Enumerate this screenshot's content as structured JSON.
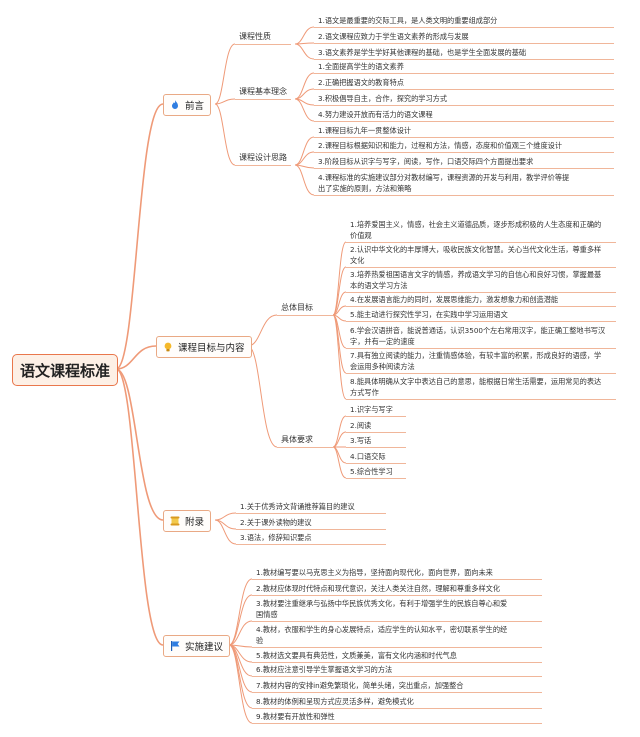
{
  "root": {
    "title": "语文课程标准"
  },
  "branches": {
    "preface": {
      "title": "前言",
      "icon": "fire-icon",
      "properties": {
        "title": "课程性质",
        "items": [
          "1.语文是最重要的交际工具，是人类文明的重要组成部分",
          "2.语文课程应致力于学生语文素养的形成与发展",
          "3.语文素养是学生学好其他课程的基础，也是学生全面发展的基础"
        ]
      },
      "ideas": {
        "title": "课程基本理念",
        "items": [
          "1.全面提高学生的语文素养",
          "2.正确把握语文的教育特点",
          "3.积极倡导自主，合作，探究的学习方式",
          "4.努力建设开放而有活力的语文课程"
        ]
      },
      "design": {
        "title": "课程设计思路",
        "items": [
          "1.课程目标九年一贯整体设计",
          "2.课程目标根据知识和能力，过程和方法，情感，态度和价值观三个维度设计",
          "3.阶段目标从识字与写字，阅读，写作，口语交际四个方面提出要求",
          [
            "4.课程标准的实施建议部分对教材编写，课程资源的开发与利用，教学评价等提",
            "出了实施的原则，方法和策略"
          ]
        ]
      }
    },
    "goals": {
      "title": "课程目标与内容",
      "icon": "lightbulb-icon",
      "overall": {
        "title": "总体目标",
        "items": [
          [
            "1.培养爱国主义，情感，社会主义道德品质，逐步形成积极的人生态度和正确的",
            "价值观"
          ],
          [
            "2.认识中华文化的丰厚博大，吸收民族文化智慧。关心当代文化生活，尊重多样",
            "文化"
          ],
          [
            "3.培养热爱祖国语言文字的情感，养成语文学习的自信心和良好习惯，掌握最基",
            "本的语文学习方法"
          ],
          "4.在发展语言能力的同时，发展思维能力，激发想象力和创造潜能",
          "5.能主动进行探究性学习，在实践中学习运用语文",
          [
            "6.学会汉语拼音，能说普通话，认识3500个左右常用汉字，能正确工整地书写汉",
            "字，并有一定的速度"
          ],
          [
            "7.具有独立阅读的能力，注重情感体验，有较丰富的积累，形成良好的语感，学",
            "会运用多种阅读方法"
          ],
          [
            "8.能具体明确从文字中表达自己的意思，能根据日常生活需要，运用常见的表达",
            "方式写作"
          ]
        ]
      },
      "specific": {
        "title": "具体要求",
        "items": [
          "1.识字与写字",
          "2.阅读",
          "3.写话",
          "4.口语交际",
          "5.综合性学习"
        ]
      }
    },
    "appendix": {
      "title": "附录",
      "icon": "scroll-icon",
      "items": [
        "1.关于优秀诗文背诵推荐篇目的建议",
        "2.关于课外读物的建议",
        "3.语法，修辞知识要点"
      ]
    },
    "implementation": {
      "title": "实施建议",
      "icon": "flag-icon",
      "items": [
        "1.教材编写要以马克思主义为指导，坚持面向现代化，面向世界，面向未来",
        "2.教材应体现时代特点和现代意识，关注人类关注自然，理解和尊重多样文化",
        [
          "3.教材要注重继承与弘扬中华民族优秀文化，有利于增强学生的民族自尊心和爱",
          "国情感"
        ],
        [
          "4.教材，衣服和学生的身心发展特点，适应学生的认知水平，密切联系学生的经",
          "验"
        ],
        "5.教材选文要具有典范性，文质兼美，富有文化内涵和时代气息",
        "6.教材应注意引导学生掌握语文学习的方法",
        "7.教材内容的安排in避免繁琐化，简单头绪，突出重点，加强整合",
        "8.教材的体例和呈现方式应灵活多样，避免模式化",
        "9.教材要有开放性和弹性"
      ]
    }
  },
  "colors": {
    "link": "#ef9a78",
    "root_border": "#e9774c",
    "text": "#333333"
  }
}
